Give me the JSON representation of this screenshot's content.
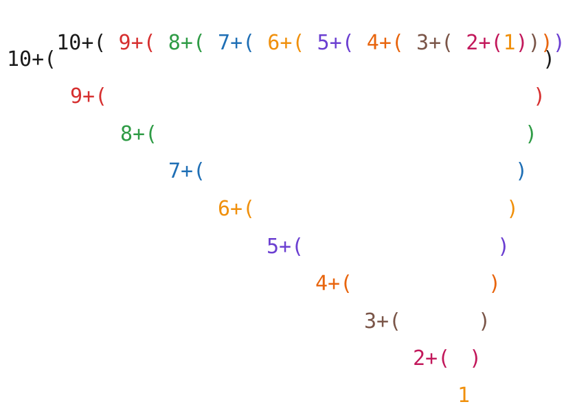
{
  "colors": {
    "level_10": "#1a1a1a",
    "level_9": "#d62f2f",
    "level_8": "#2e9b45",
    "level_7": "#1f6fb5",
    "level_6": "#f0900c",
    "level_5": "#6b3fd1",
    "level_4": "#e8650e",
    "level_3": "#7a5548",
    "level_2": "#c2185b",
    "level_1": "#f0900c"
  },
  "expression": {
    "t10": "10+(",
    "t9": " 9+(",
    "t8": " 8+(",
    "t7": " 7+(",
    "t6": " 6+(",
    "t5": " 5+(",
    "t4": " 4+(",
    "t3": " 3+(",
    "t2": " 2+(",
    "t1": "1",
    "close": ")"
  },
  "tree": {
    "levels": [
      {
        "open": "10+(",
        "close": ")"
      },
      {
        "open": "9+(",
        "close": ")"
      },
      {
        "open": "8+(",
        "close": ")"
      },
      {
        "open": "7+(",
        "close": ")"
      },
      {
        "open": "6+(",
        "close": ")"
      },
      {
        "open": "5+(",
        "close": ")"
      },
      {
        "open": "4+(",
        "close": ")"
      },
      {
        "open": "3+(",
        "close": ")"
      },
      {
        "open": "2+(",
        "close": ")"
      }
    ],
    "leaf": "1"
  }
}
